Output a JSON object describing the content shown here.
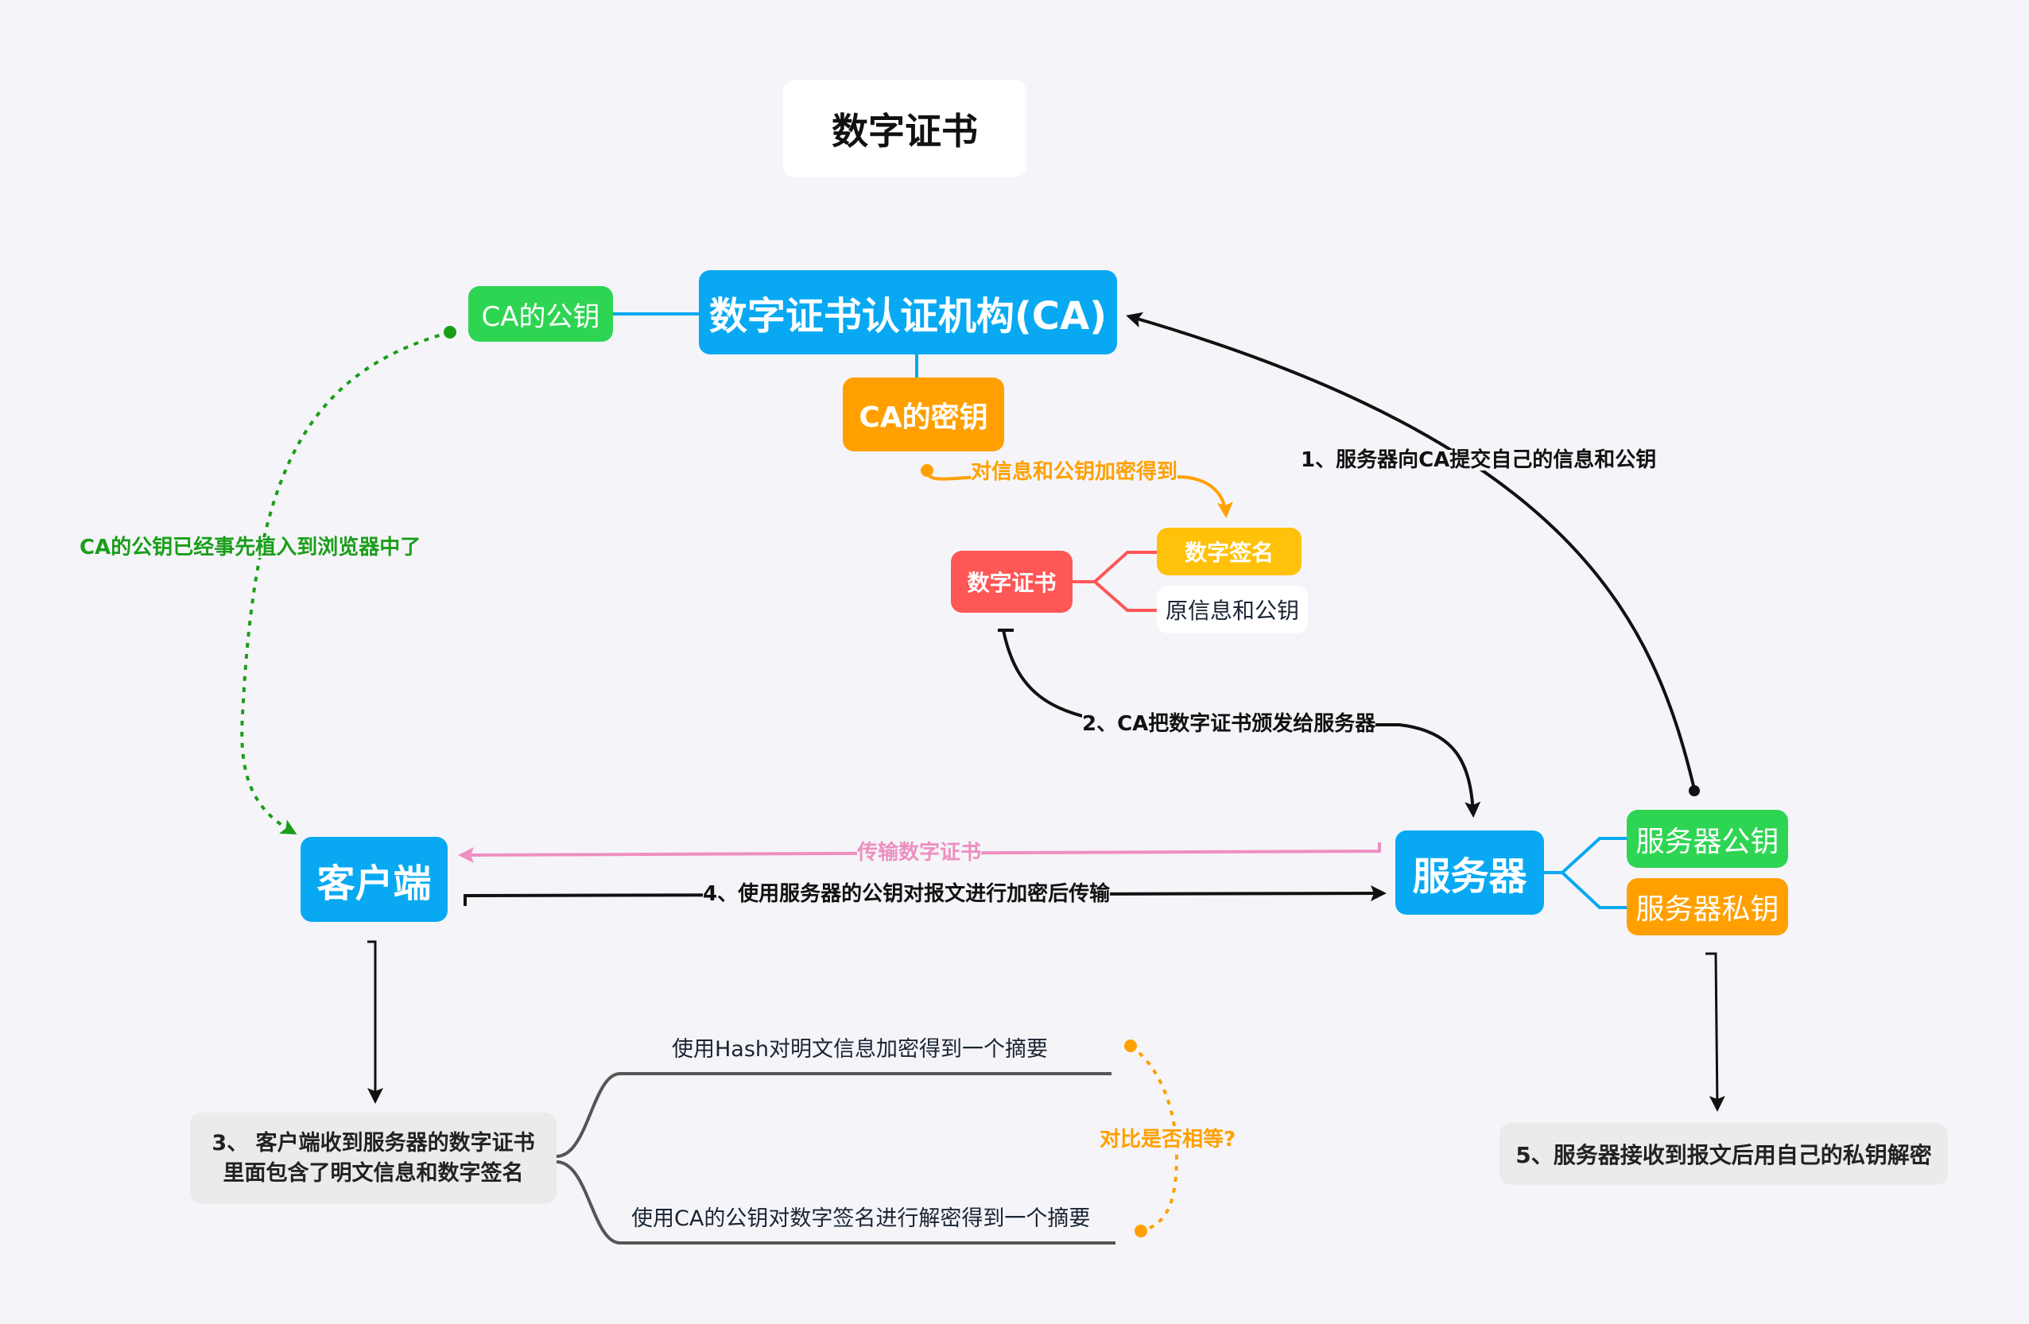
{
  "title": "数字证书",
  "colors": {
    "background": "#f5f5f9",
    "blue": "#08a9f2",
    "green": "#2ed553",
    "orange": "#ffa000",
    "yellow": "#ffc10a",
    "red": "#ff5656",
    "pink": "#ee8fc1",
    "dark_green": "#1a9e1a",
    "gray_box": "#ebebeb"
  },
  "nodes": {
    "ca": "数字证书认证机构(CA)",
    "ca_public_key": "CA的公钥",
    "ca_private_key": "CA的密钥",
    "certificate": "数字证书",
    "digital_signature": "数字签名",
    "original_info": "原信息和公钥",
    "client": "客户端",
    "server": "服务器",
    "server_public_key": "服务器公钥",
    "server_private_key": "服务器私钥",
    "step3_line1": "3、 客户端收到服务器的数字证书",
    "step3_line2": "里面包含了明文信息和数字签名",
    "step5": "5、服务器接收到报文后用自己的私钥解密",
    "hash_summary": "使用Hash对明文信息加密得到一个摘要",
    "decrypt_summary": "使用CA的公钥对数字签名进行解密得到一个摘要"
  },
  "edges": {
    "step1": "1、服务器向CA提交自己的信息和公钥",
    "encrypt": "对信息和公钥加密得到",
    "step2": "2、CA把数字证书颁发给服务器",
    "ca_key_preinstalled": "CA的公钥已经事先植入到浏览器中了",
    "transfer_cert": "传输数字证书",
    "step4": "4、使用服务器的公钥对报文进行加密后传输",
    "compare": "对比是否相等?"
  }
}
